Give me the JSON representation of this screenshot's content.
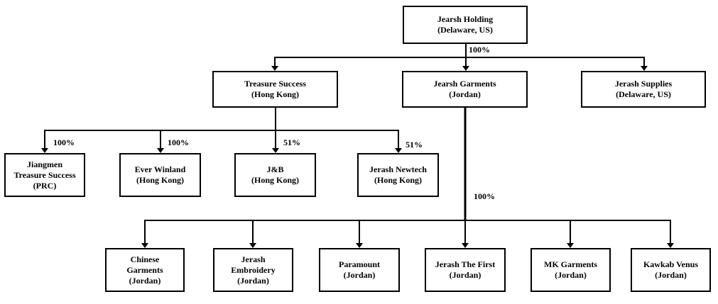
{
  "nodes": {
    "holding": [
      "Jearsh Holding",
      "(Delaware, US)"
    ],
    "treasure_success": [
      "Treasure Success",
      "(Hong Kong)"
    ],
    "jearsh_garments": [
      "Jearsh Garments",
      "(Jordan)"
    ],
    "jerash_supplies": [
      "Jerash Supplies",
      "(Delaware, US)"
    ],
    "jiangmen": [
      "Jiangmen",
      "Treasure Success",
      "(PRC)"
    ],
    "ever_winland": [
      "Ever Winland",
      "(Hong Kong)"
    ],
    "jb": [
      "J&B",
      "(Hong Kong)"
    ],
    "jerash_newtech": [
      "Jerash Newtech",
      "(Hong Kong)"
    ],
    "chinese_garments": [
      "Chinese",
      "Garments",
      "(Jordan)"
    ],
    "jerash_embroidery": [
      "Jerash",
      "Embroidery",
      "(Jordan)"
    ],
    "paramount": [
      "Paramount",
      "(Jordan)"
    ],
    "jerash_the_first": [
      "Jerash The First",
      "(Jordan)"
    ],
    "mk_garments": [
      "MK Garments",
      "(Jordan)"
    ],
    "kawkab_venus": [
      "Kawkab Venus",
      "(Jordan)"
    ]
  },
  "ownership": {
    "holding_subsidiaries": "100%",
    "jiangmen": "100%",
    "ever_winland": "100%",
    "jb": "51%",
    "jerash_newtech": "51%",
    "jordan_subsidiaries": "100%"
  }
}
